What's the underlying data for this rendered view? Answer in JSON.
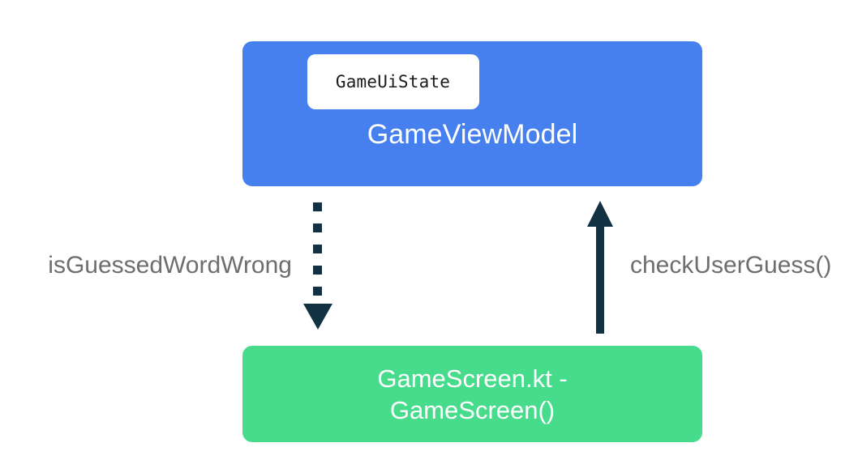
{
  "diagram": {
    "background_color": "#ffffff",
    "nodes": {
      "viewmodel": {
        "title": "GameViewModel",
        "chip_label": "GameUiState",
        "fill_color": "#4680ee",
        "chip_fill_color": "#ffffff",
        "text_color": "#ffffff",
        "chip_text_color": "#1b1b1b"
      },
      "screen": {
        "title": "GameScreen.kt -\nGameScreen()",
        "fill_color": "#47db8c",
        "text_color": "#ffffff"
      }
    },
    "edges": {
      "state_down": {
        "label": "isGuessedWordWrong",
        "style": "dotted",
        "direction": "down",
        "from": "GameViewModel",
        "to": "GameScreen.kt - GameScreen()",
        "color": "#123244",
        "label_color": "#6e6e6e",
        "dot_count": 5
      },
      "event_up": {
        "label": "checkUserGuess()",
        "style": "solid",
        "direction": "up",
        "from": "GameScreen.kt - GameScreen()",
        "to": "GameViewModel",
        "color": "#123244",
        "label_color": "#6e6e6e"
      }
    }
  }
}
